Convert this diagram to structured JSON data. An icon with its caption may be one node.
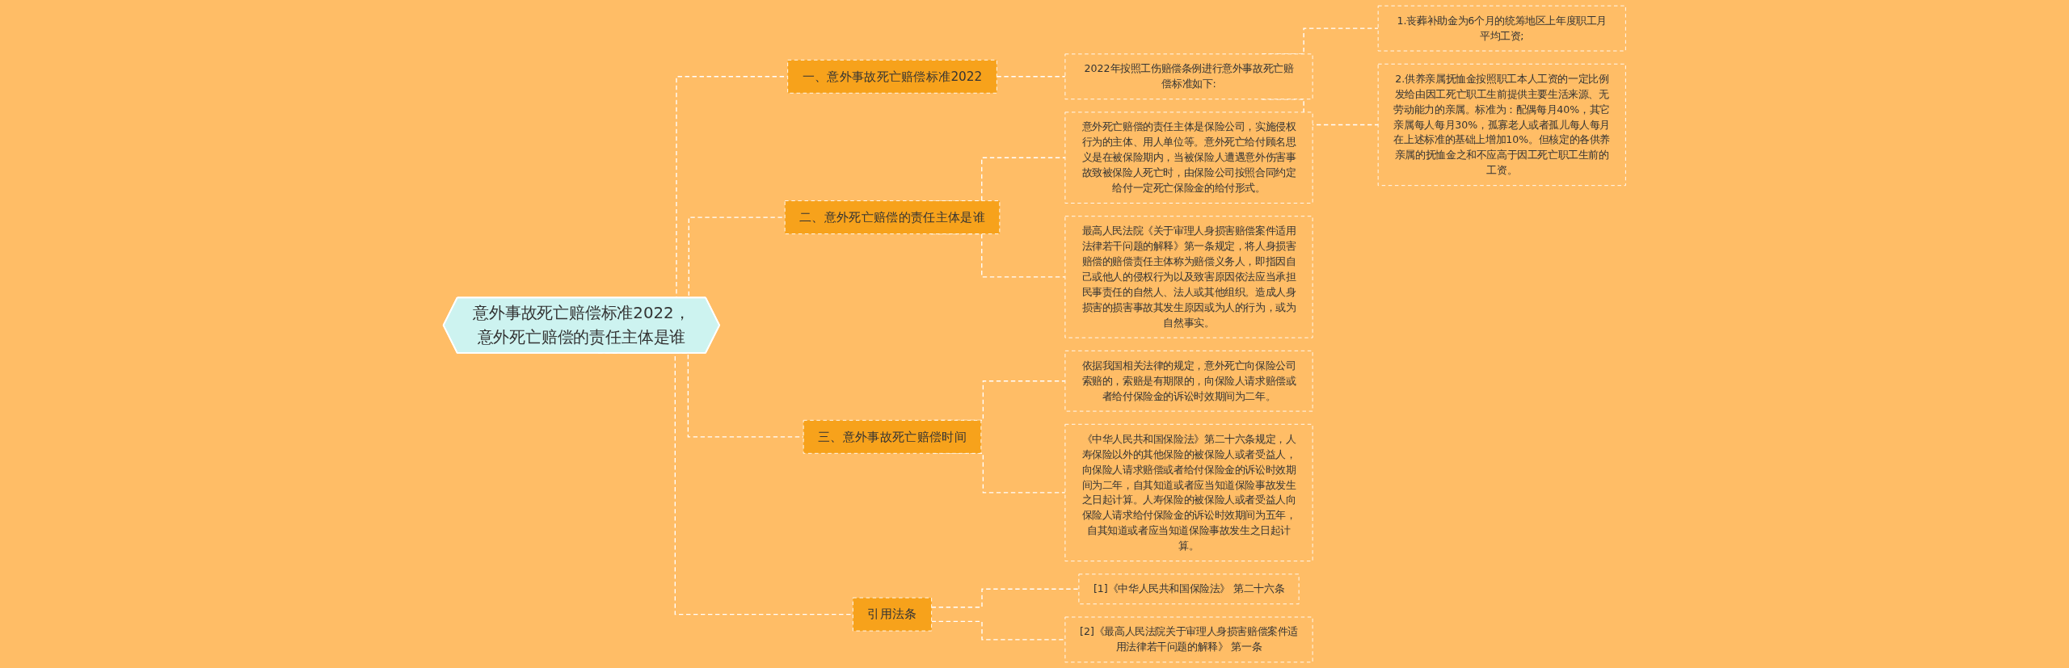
{
  "diagram": {
    "nodes": [
      {
        "text": [
          "意外事故死亡赔偿标准2022，意外死亡赔偿的责任主体是谁"
        ]
      },
      {
        "text": [
          "一、意外事故死亡赔偿标准2022"
        ]
      },
      {
        "text": [
          "2022年按照工伤赔偿条例进行意外事故死亡赔偿标准如下:"
        ]
      },
      {
        "text": [
          "1.丧葬补助金为6个月的统筹地区上年度职工月平均工资;"
        ]
      },
      {
        "text": [
          "2.供养亲属抚恤金按照职工本人工资的一定比例发给由因工死亡职工生前提供主要生活来源、无劳动能力的亲属。标准为：配偶每月40%，其它亲属每人每月30%，孤寡老人或者孤儿每人每月在上述标准的基础上增加10%。但核定的各供养亲属的抚恤金之和不应高于因工死亡职工生前的工资。"
        ]
      },
      {
        "text": [
          "二、意外死亡赔偿的责任主体是谁"
        ]
      },
      {
        "text": [
          "意外死亡赔偿的责任主体是保险公司，实施侵权行为的主体、用人单位等。意外死亡给付顾名思义是在被保险期内，当被保险人遭遇意外伤害事故致被保险人死亡时，由保险公司按照合同约定给付一定死亡保险金的给付形式。"
        ]
      },
      {
        "text": [
          "最高人民法院《关于审理人身损害赔偿案件适用法律若干问题的解释》第一条规定，将人身损害赔偿的赔偿责任主体称为赔偿义务人，即指因自己或他人的侵权行为以及致害原因依法应当承担民事责任的自然人、法人或其他组织。造成人身损害的损害事故其发生原因或为人的行为，或为自然事实。"
        ]
      },
      {
        "text": [
          "三、意外事故死亡赔偿时间"
        ]
      },
      {
        "text": [
          "依据我国相关法律的规定，意外死亡向保险公司索赔的，索赔是有期限的，向保险人请求赔偿或者给付保险金的诉讼时效期间为二年。"
        ]
      },
      {
        "text": [
          "《中华人民共和国保险法》第二十六条规定，人寿保险以外的其他保险的被保险人或者受益人，向保险人请求赔偿或者给付保险金的诉讼时效期间为二年，自其知道或者应当知道保险事故发生之日起计算。人寿保险的被保险人或者受益人向保险人请求给付保险金的诉讼时效期间为五年，自其知道或者应当知道保险事故发生之日起计算。"
        ]
      },
      {
        "text": [
          "引用法条"
        ]
      },
      {
        "text": [
          "[1]《中华人民共和国保险法》 第二十六条"
        ]
      },
      {
        "text": [
          "[2]《最高人民法院关于审理人身损害赔偿案件适用法律若干问题的解释》 第一条"
        ]
      }
    ],
    "edges": [
      {
        "from": 0,
        "to": 1,
        "arrow": "none"
      },
      {
        "from": 1,
        "to": 2,
        "arrow": "none"
      },
      {
        "from": 2,
        "to": 3,
        "arrow": "none"
      },
      {
        "from": 2,
        "to": 4,
        "arrow": "none"
      },
      {
        "from": 0,
        "to": 5,
        "arrow": "none"
      },
      {
        "from": 5,
        "to": 6,
        "arrow": "none"
      },
      {
        "from": 5,
        "to": 7,
        "arrow": "none"
      },
      {
        "from": 0,
        "to": 8,
        "arrow": "none"
      },
      {
        "from": 8,
        "to": 9,
        "arrow": "none"
      },
      {
        "from": 8,
        "to": 10,
        "arrow": "none"
      },
      {
        "from": 0,
        "to": 11,
        "arrow": "none"
      },
      {
        "from": 11,
        "to": 12,
        "arrow": "none"
      },
      {
        "from": 11,
        "to": 13,
        "arrow": "none"
      }
    ]
  }
}
